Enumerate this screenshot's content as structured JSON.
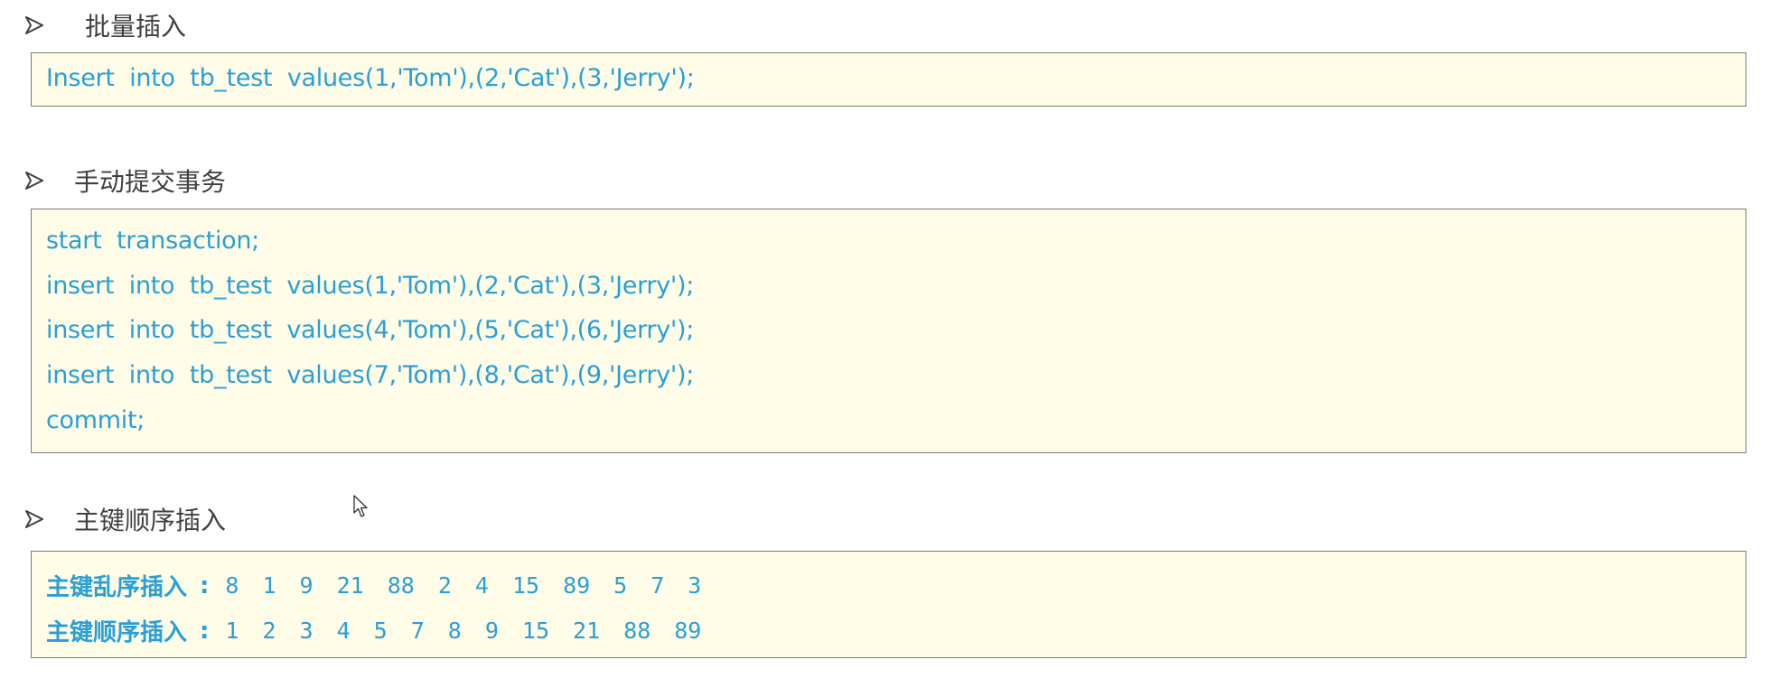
{
  "sections": [
    {
      "heading": "批量插入",
      "lines": [
        "Insert  into  tb_test  values(1,'Tom'),(2,'Cat'),(3,'Jerry');"
      ]
    },
    {
      "heading": "手动提交事务",
      "lines": [
        "start  transaction;",
        "insert  into  tb_test  values(1,'Tom'),(2,'Cat'),(3,'Jerry');",
        "insert  into  tb_test  values(4,'Tom'),(5,'Cat'),(6,'Jerry');",
        "insert  into  tb_test  values(7,'Tom'),(8,'Cat'),(9,'Jerry');",
        "commit;"
      ]
    },
    {
      "heading": "主键顺序插入",
      "rows": [
        {
          "label": "主键乱序插入",
          "colon": ":",
          "values": [
            "8",
            "1",
            "9",
            "21",
            "88",
            "2",
            "4",
            "15",
            "89",
            "5",
            "7",
            "3"
          ]
        },
        {
          "label": "主键顺序插入",
          "colon": ":",
          "values": [
            "1",
            "2",
            "3",
            "4",
            "5",
            "7",
            "8",
            "9",
            "15",
            "21",
            "88",
            "89"
          ]
        }
      ]
    }
  ],
  "icons": {
    "bullet": "arrowhead-bullet-icon",
    "cursor": "mouse-pointer-icon"
  },
  "colors": {
    "code_text": "#2a9fd6",
    "box_background": "#fffde7",
    "box_border": "#7a7a7a",
    "heading_text": "#404040"
  }
}
